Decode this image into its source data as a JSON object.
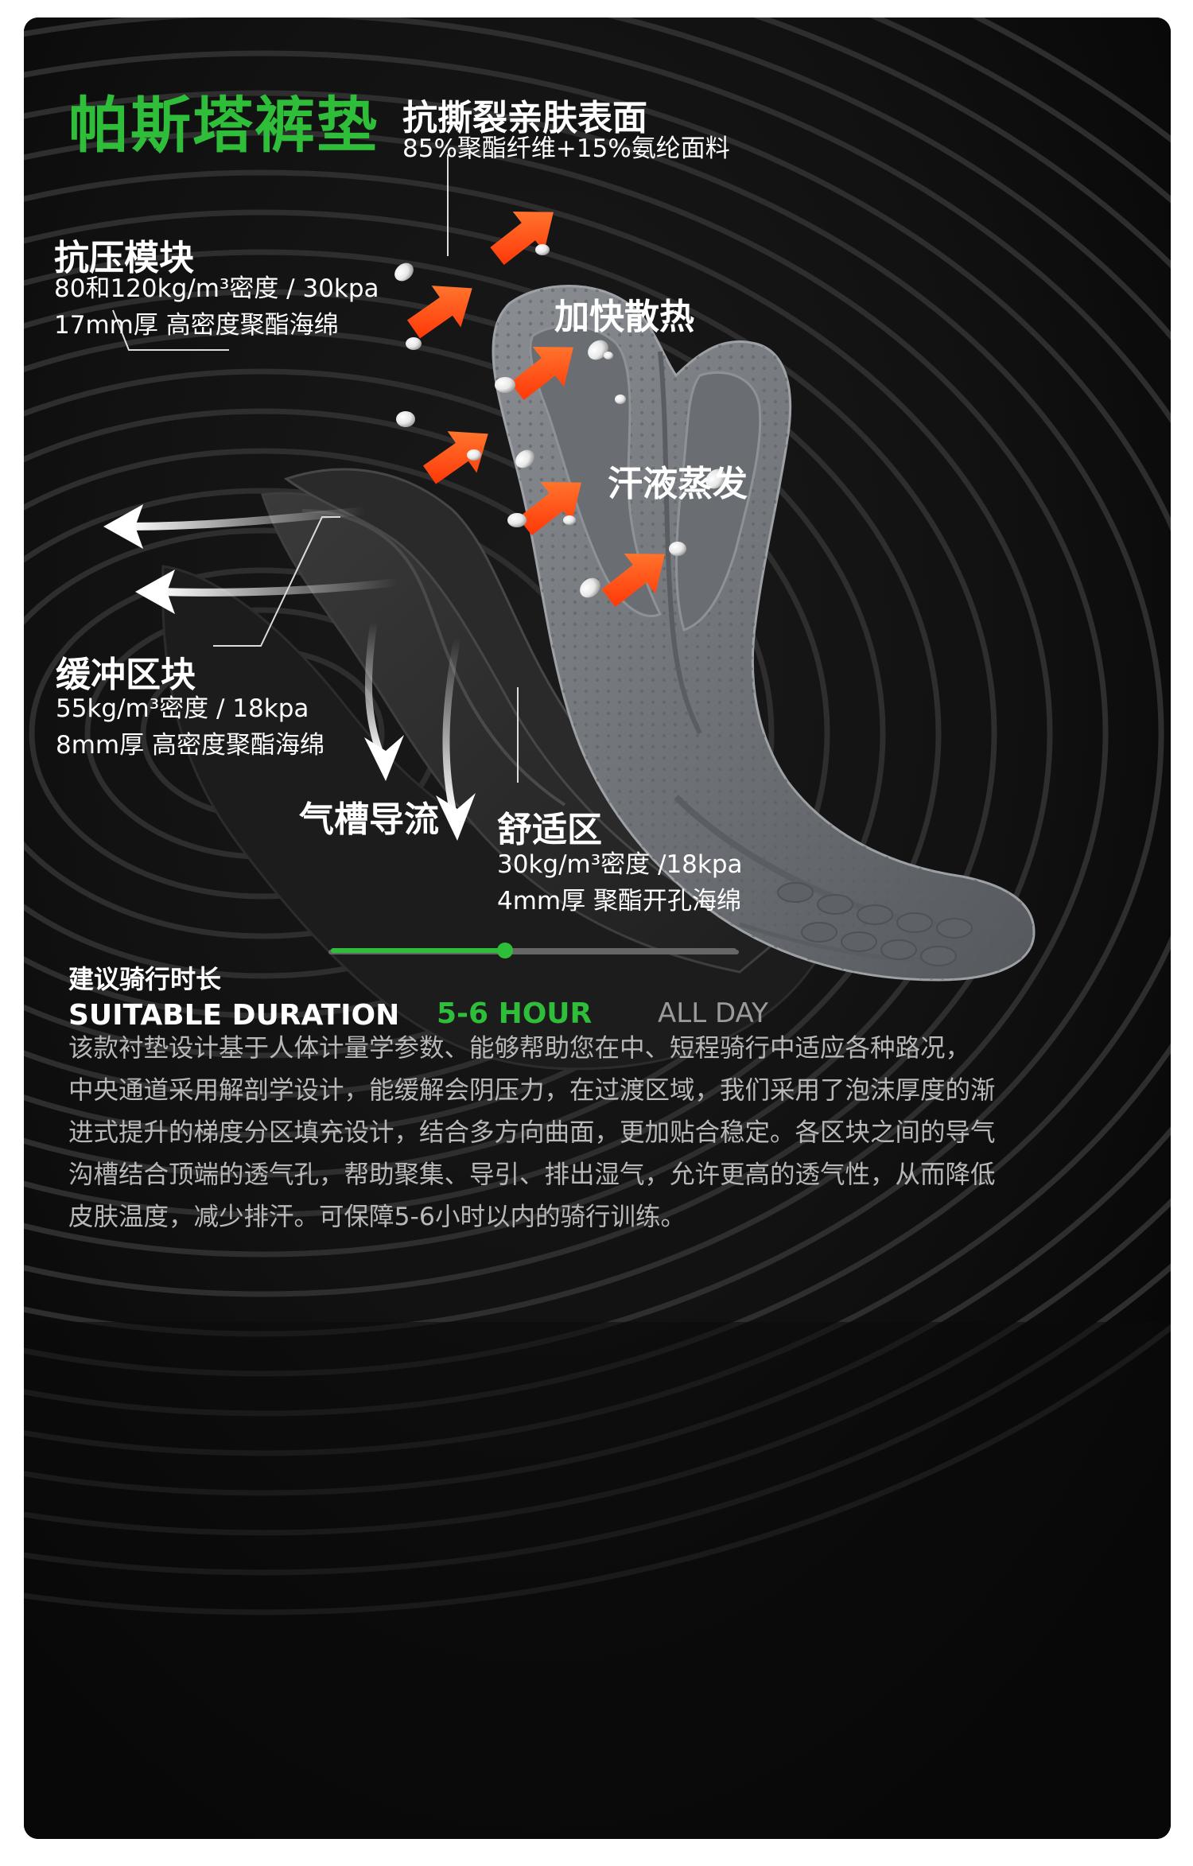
{
  "product_title": "帕斯塔裤垫",
  "callouts": {
    "surface": {
      "title": "抗撕裂亲肤表面",
      "lines": [
        "85%聚酯纤维+15%氨纶面料"
      ]
    },
    "pressure": {
      "title": "抗压模块",
      "lines": [
        "80和120kg/m³密度 / 30kpa",
        "17mm厚 高密度聚酯海绵"
      ]
    },
    "heat": {
      "title": "加快散热"
    },
    "sweat": {
      "title": "汗液蒸发"
    },
    "buffer": {
      "title": "缓冲区块",
      "lines": [
        "55kg/m³密度 / 18kpa",
        "8mm厚 高密度聚酯海绵"
      ]
    },
    "airflow": {
      "title": "气槽导流"
    },
    "comfort": {
      "title": "舒适区",
      "lines": [
        "30kg/m³密度 /18kpa",
        "4mm厚 聚酯开孔海绵"
      ]
    }
  },
  "duration": {
    "label_cn": "建议骑行时长",
    "label_en": "SUITABLE DURATION",
    "selected": "5-6 HOUR",
    "max": "ALL DAY",
    "progress_fraction": 0.43
  },
  "description": [
    "该款衬垫设计基于人体计量学参数、能够帮助您在中、短程骑行中适应各种路况，",
    "中央通道采用解剖学设计，能缓解会阴压力，在过渡区域，我们采用了泡沫厚度的渐",
    "进式提升的梯度分区填充设计，结合多方向曲面，更加贴合稳定。各区块之间的导气",
    "沟槽结合顶端的透气孔，帮助聚集、导引、排出湿气，允许更高的透气性，从而降低",
    "皮肤温度，减少排汗。可保障5-6小时以内的骑行训练。"
  ],
  "colors": {
    "accent": "#2fbe3a",
    "background": "#0b0b0b",
    "arrow": "#ff4b12",
    "track": "#666666",
    "muted_text": "#b8b8b8"
  }
}
